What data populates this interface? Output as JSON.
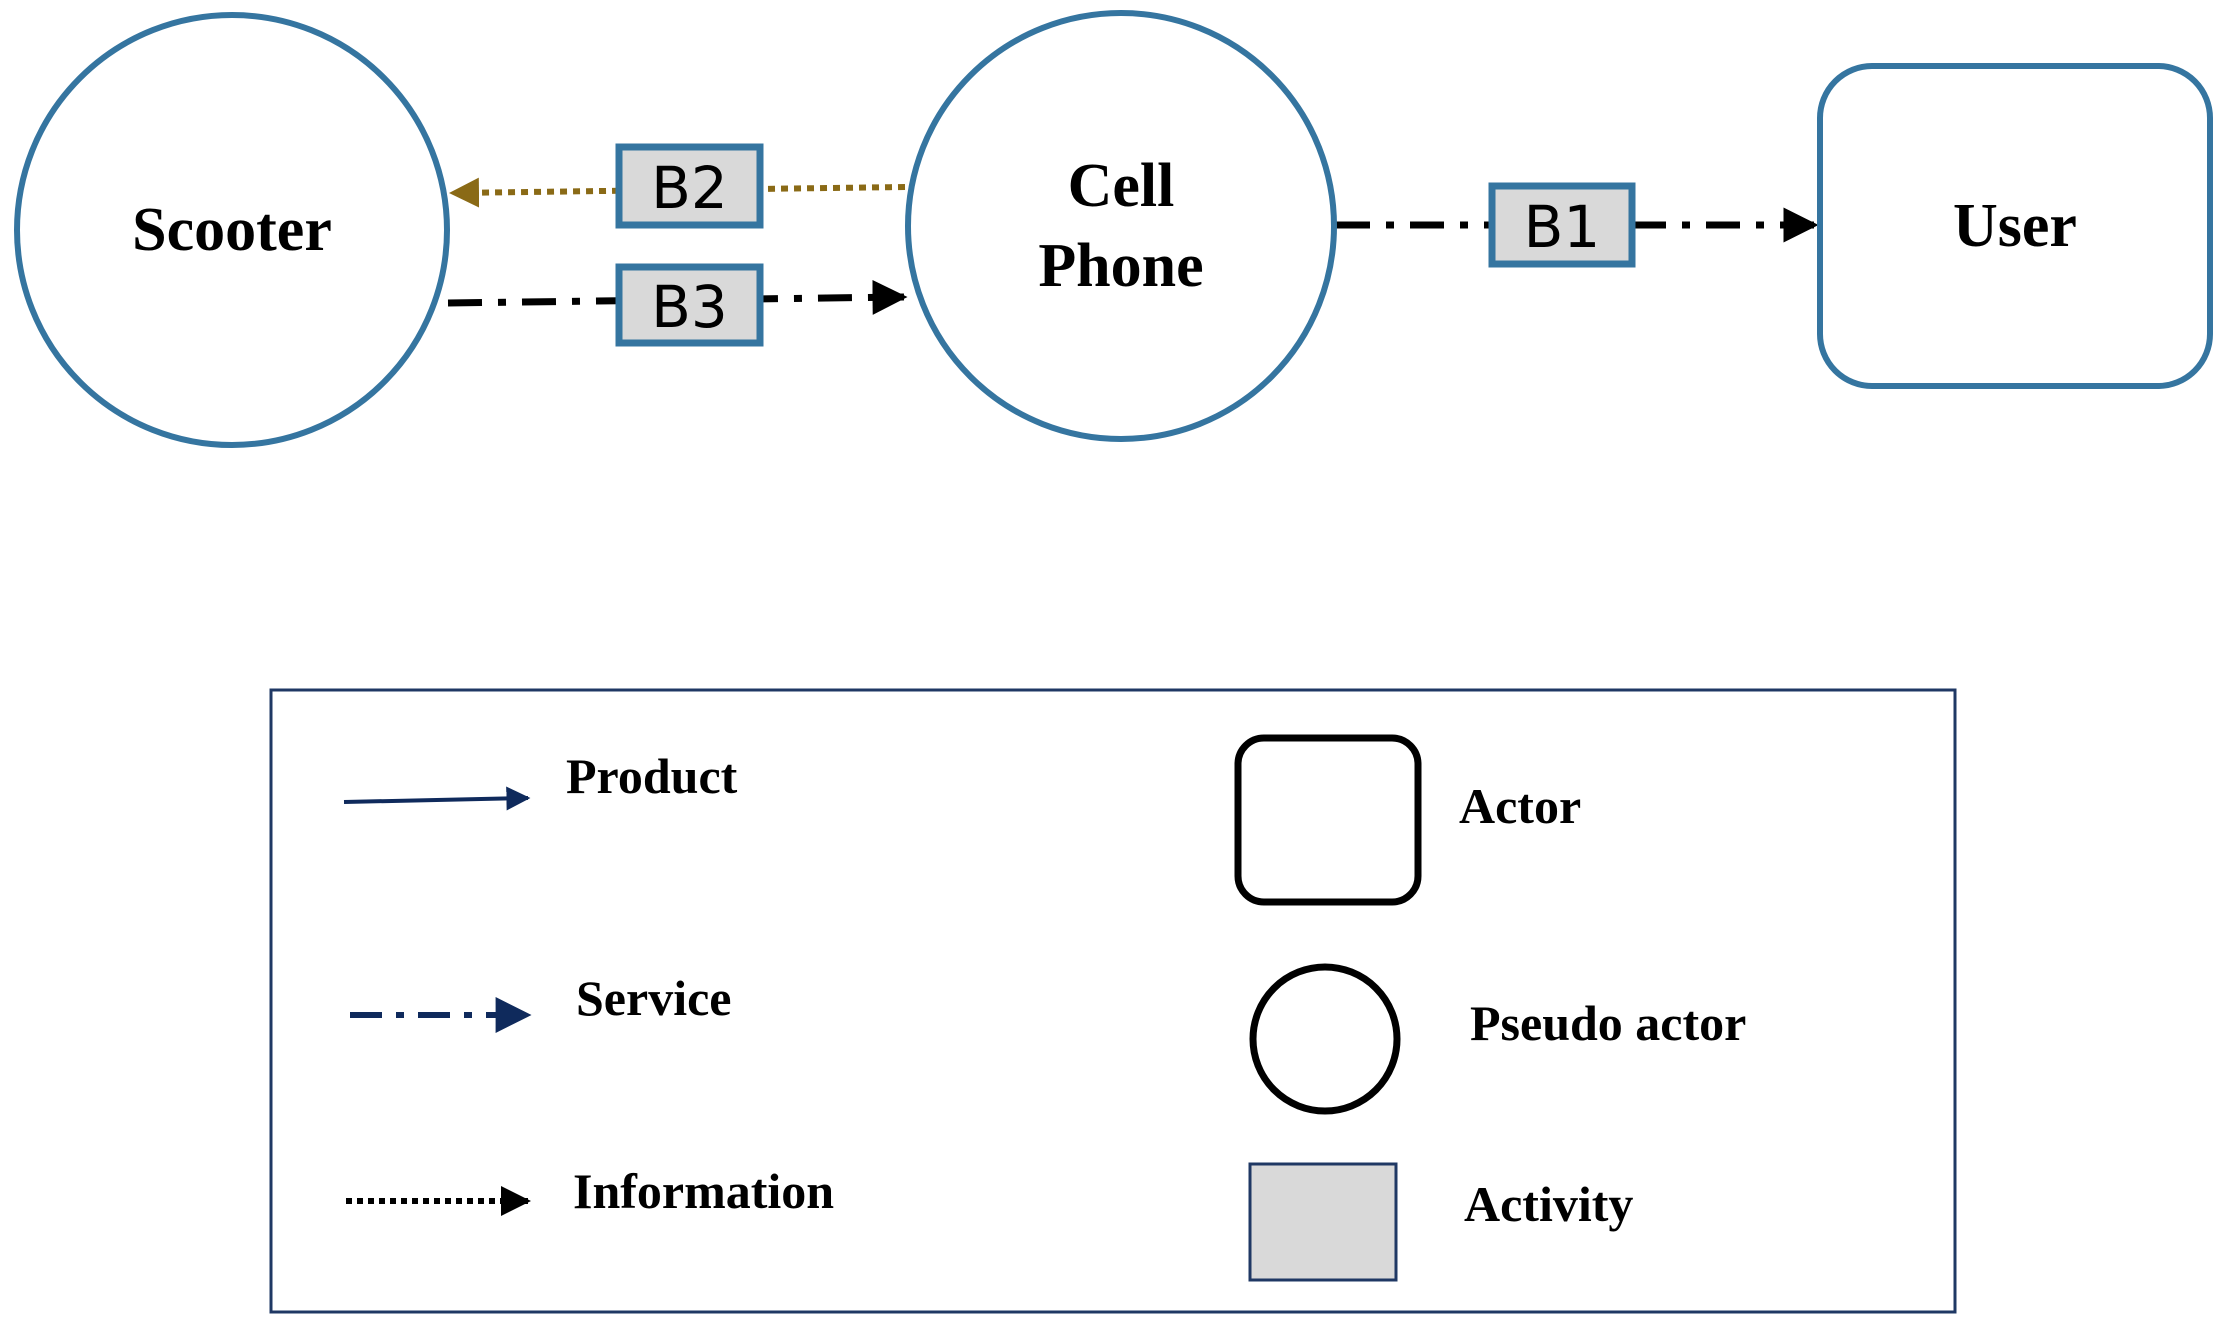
{
  "diagram": {
    "nodes": {
      "scooter": {
        "label": "Scooter",
        "kind": "pseudo-actor"
      },
      "cell_phone": {
        "label_line1": "Cell",
        "label_line2": "Phone",
        "kind": "pseudo-actor"
      },
      "user": {
        "label": "User",
        "kind": "actor"
      }
    },
    "activities": {
      "b1": {
        "label": "B1"
      },
      "b2": {
        "label": "B2"
      },
      "b3": {
        "label": "B3"
      }
    },
    "edges": [
      {
        "id": "b2",
        "from": "Cell Phone",
        "to": "Scooter",
        "type": "information"
      },
      {
        "id": "b3",
        "from": "Scooter",
        "to": "Cell Phone",
        "type": "service"
      },
      {
        "id": "b1",
        "from": "Cell Phone",
        "to": "User",
        "type": "service"
      }
    ]
  },
  "legend": {
    "product": "Product",
    "service": "Service",
    "information": "Information",
    "actor": "Actor",
    "pseudo_actor": "Pseudo actor",
    "activity": "Activity"
  },
  "colors": {
    "node_stroke": "#3575a0",
    "information_edge": "#8a6a16",
    "service_edge": "#000000",
    "legend_arrow": "#0f2a5c",
    "activity_fill": "#d9d9d9",
    "legend_border": "#1f3864"
  }
}
